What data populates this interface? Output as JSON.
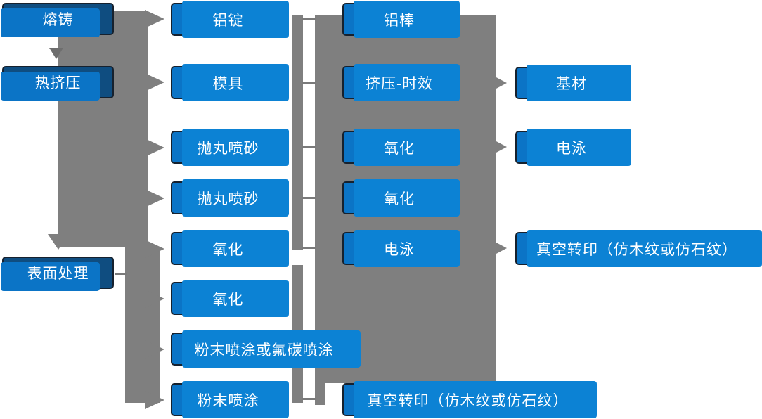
{
  "diagram": {
    "title_implicit": "铝型材加工与表面处理流程图",
    "stages": {
      "melting": "熔铸",
      "hot_extrusion": "热挤压",
      "surface_treatment": "表面处理"
    },
    "inputs": {
      "aluminum_ingot": "铝锭",
      "mold": "模具",
      "shot_blasting_1": "抛丸喷砂",
      "shot_blasting_2": "抛丸喷砂",
      "oxidation_1": "氧化",
      "oxidation_2": "氧化",
      "powder_or_fluorocarbon": "粉末喷涂或氟碳喷涂",
      "powder_coating": "粉末喷涂"
    },
    "processes": {
      "aluminum_rod": "铝棒",
      "extrusion_aging": "挤压-时效",
      "oxidation_a": "氧化",
      "oxidation_b": "氧化",
      "electrophoresis": "电泳",
      "vacuum_transfer_bottom": "真空转印（仿木纹或仿石纹）"
    },
    "outputs": {
      "base_material": "基材",
      "electrophoresis_out": "电泳",
      "vacuum_transfer_right": "真空转印（仿木纹或仿石纹）"
    },
    "colors": {
      "process_blue": "#0b74c6",
      "shadow_blue": "#0c82d4",
      "stage_navy": "#0f4d80",
      "connector_gray": "#7f7f7f",
      "text_white": "#ffffff"
    }
  }
}
